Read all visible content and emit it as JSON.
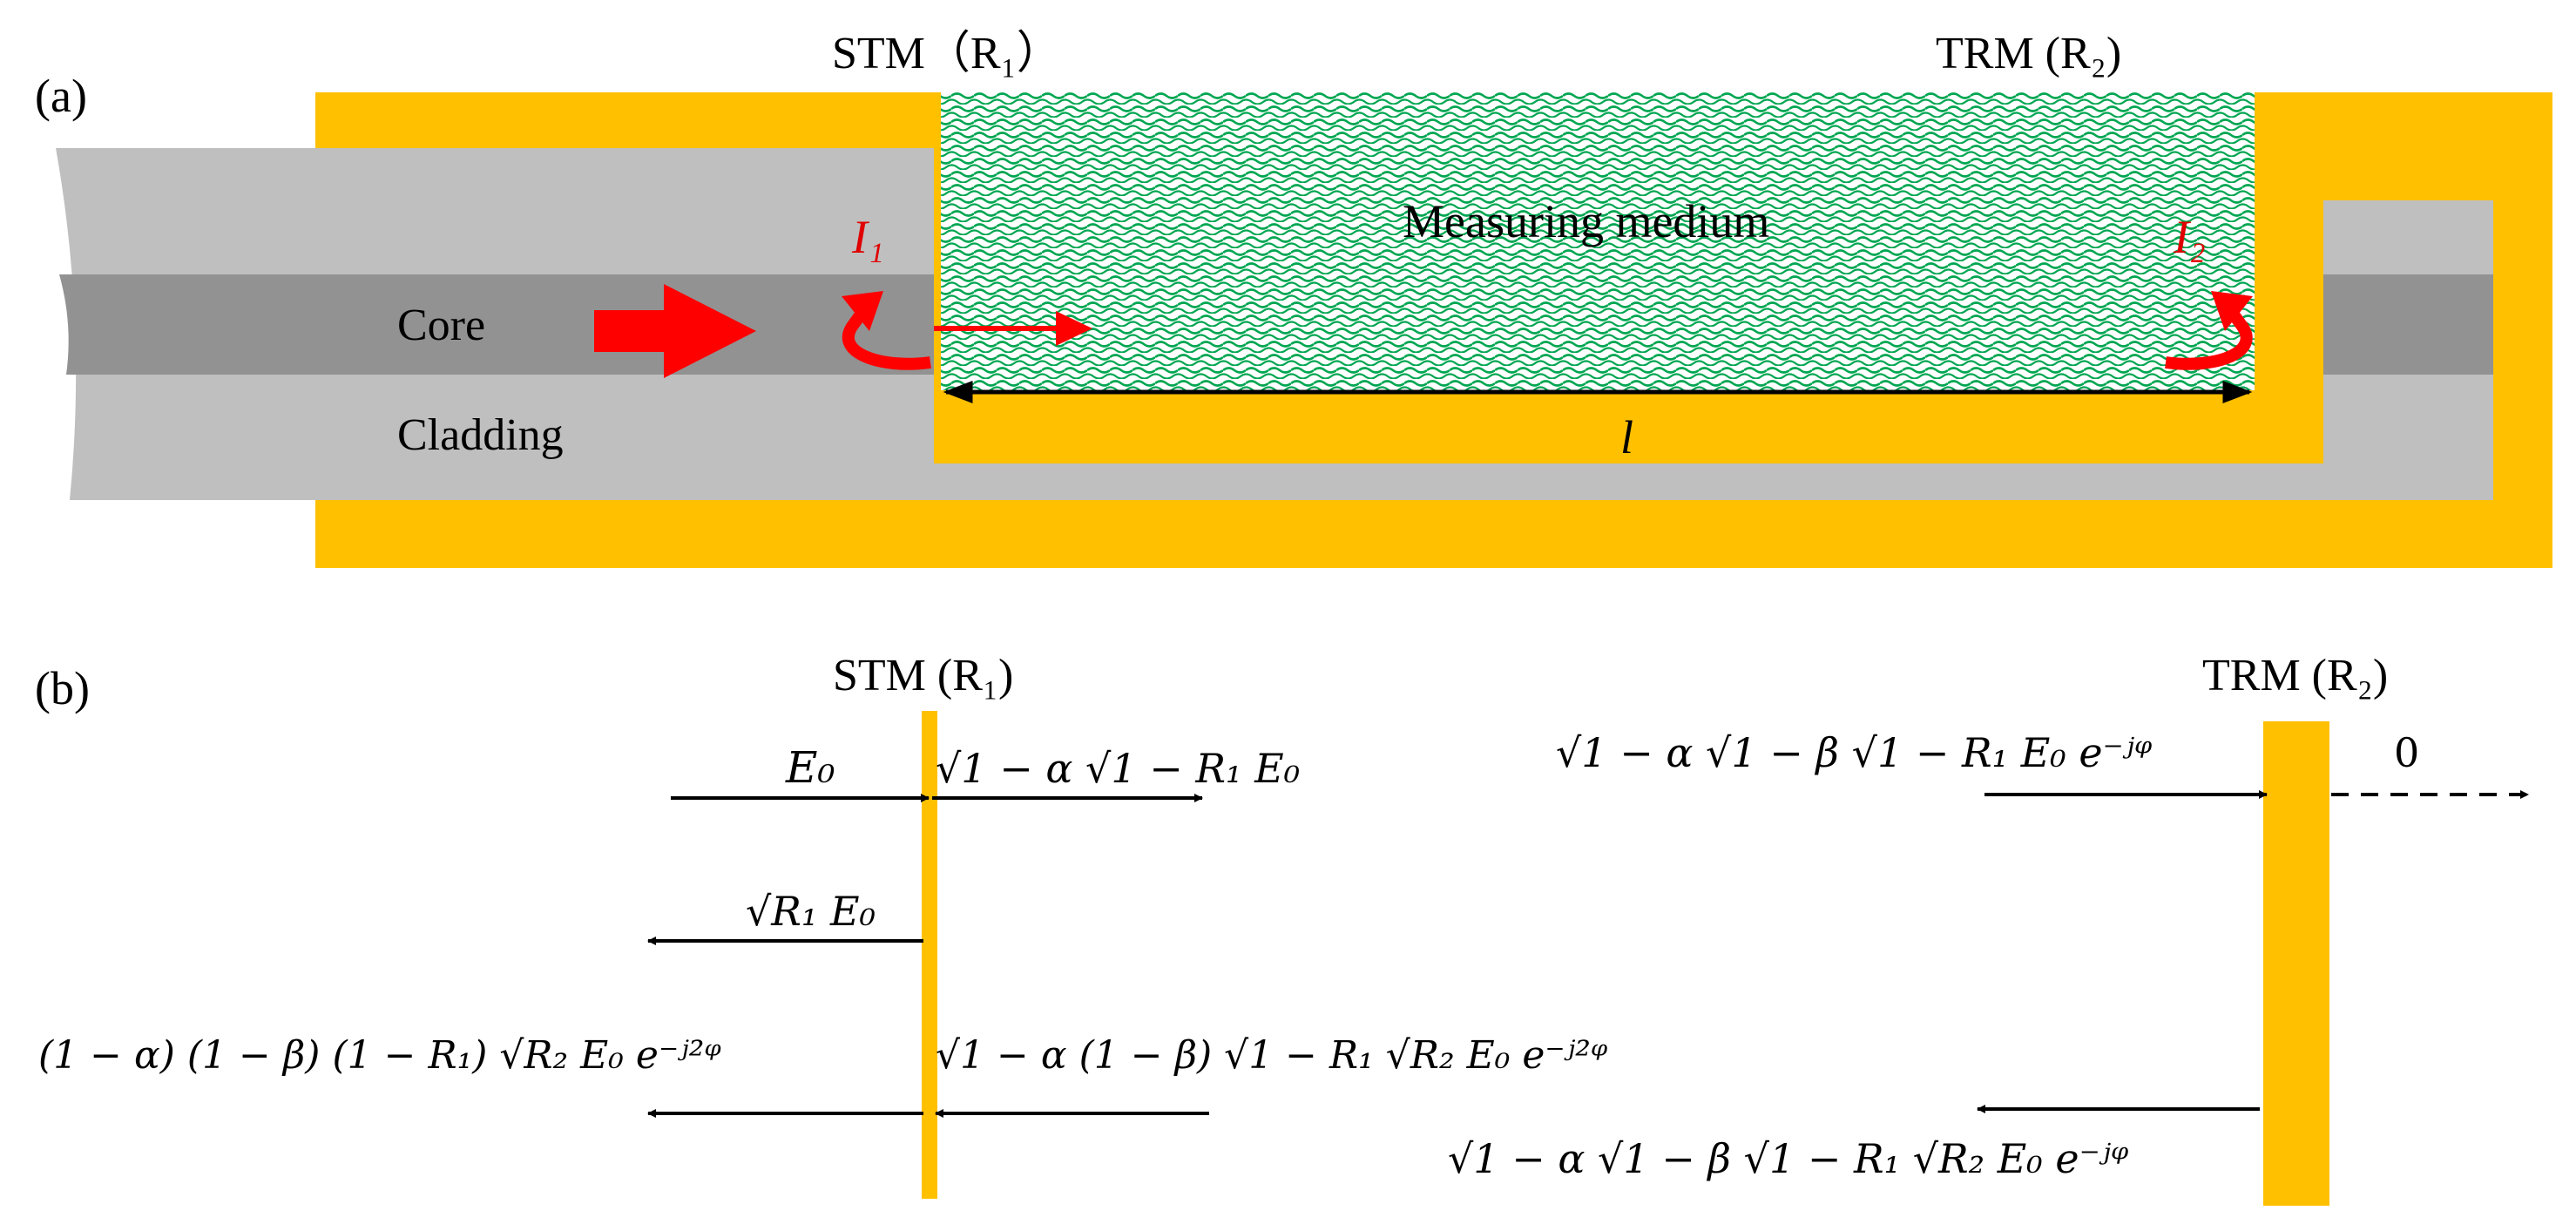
{
  "panel_a": {
    "panel_label": "(a)",
    "stm_label": "STM（R₁）",
    "trm_label": "TRM (R₂)",
    "medium_label": "Measuring medium",
    "core_label": "Core",
    "cladding_label": "Cladding",
    "i1_label": "I₁",
    "i2_label": "I₂",
    "length_label": "l"
  },
  "panel_b": {
    "panel_label": "(b)",
    "stm_label": "STM (R₁)",
    "trm_label": "TRM (R₂)",
    "field_e0": "E₀",
    "field_transmitted_stm": "√1 − α √1 − R₁ E₀",
    "field_reflected_stm": "√R₁ E₀",
    "field_incident_trm": "√1 − α √1 − β √1 − R₁ E₀ e⁻ʲᵠ",
    "field_transmitted_trm": "0",
    "field_reflected_trm": "√1 − α √1 − β √1 − R₁ √R₂ E₀ e⁻ʲᵠ",
    "field_return_inside": "√1 − α (1 − β) √1 − R₁ √R₂ E₀ e⁻ʲ²ᵠ",
    "field_return_output": "(1 − α) (1 − β) (1 − R₁) √R₂ E₀ e⁻ʲ²ᵠ"
  },
  "colors": {
    "gold": "#FFC000",
    "cladding": "#BFBFBF",
    "core": "#929292",
    "medium_green": "#00A651",
    "arrow_red": "#FF0000",
    "label_red": "#E00000"
  }
}
